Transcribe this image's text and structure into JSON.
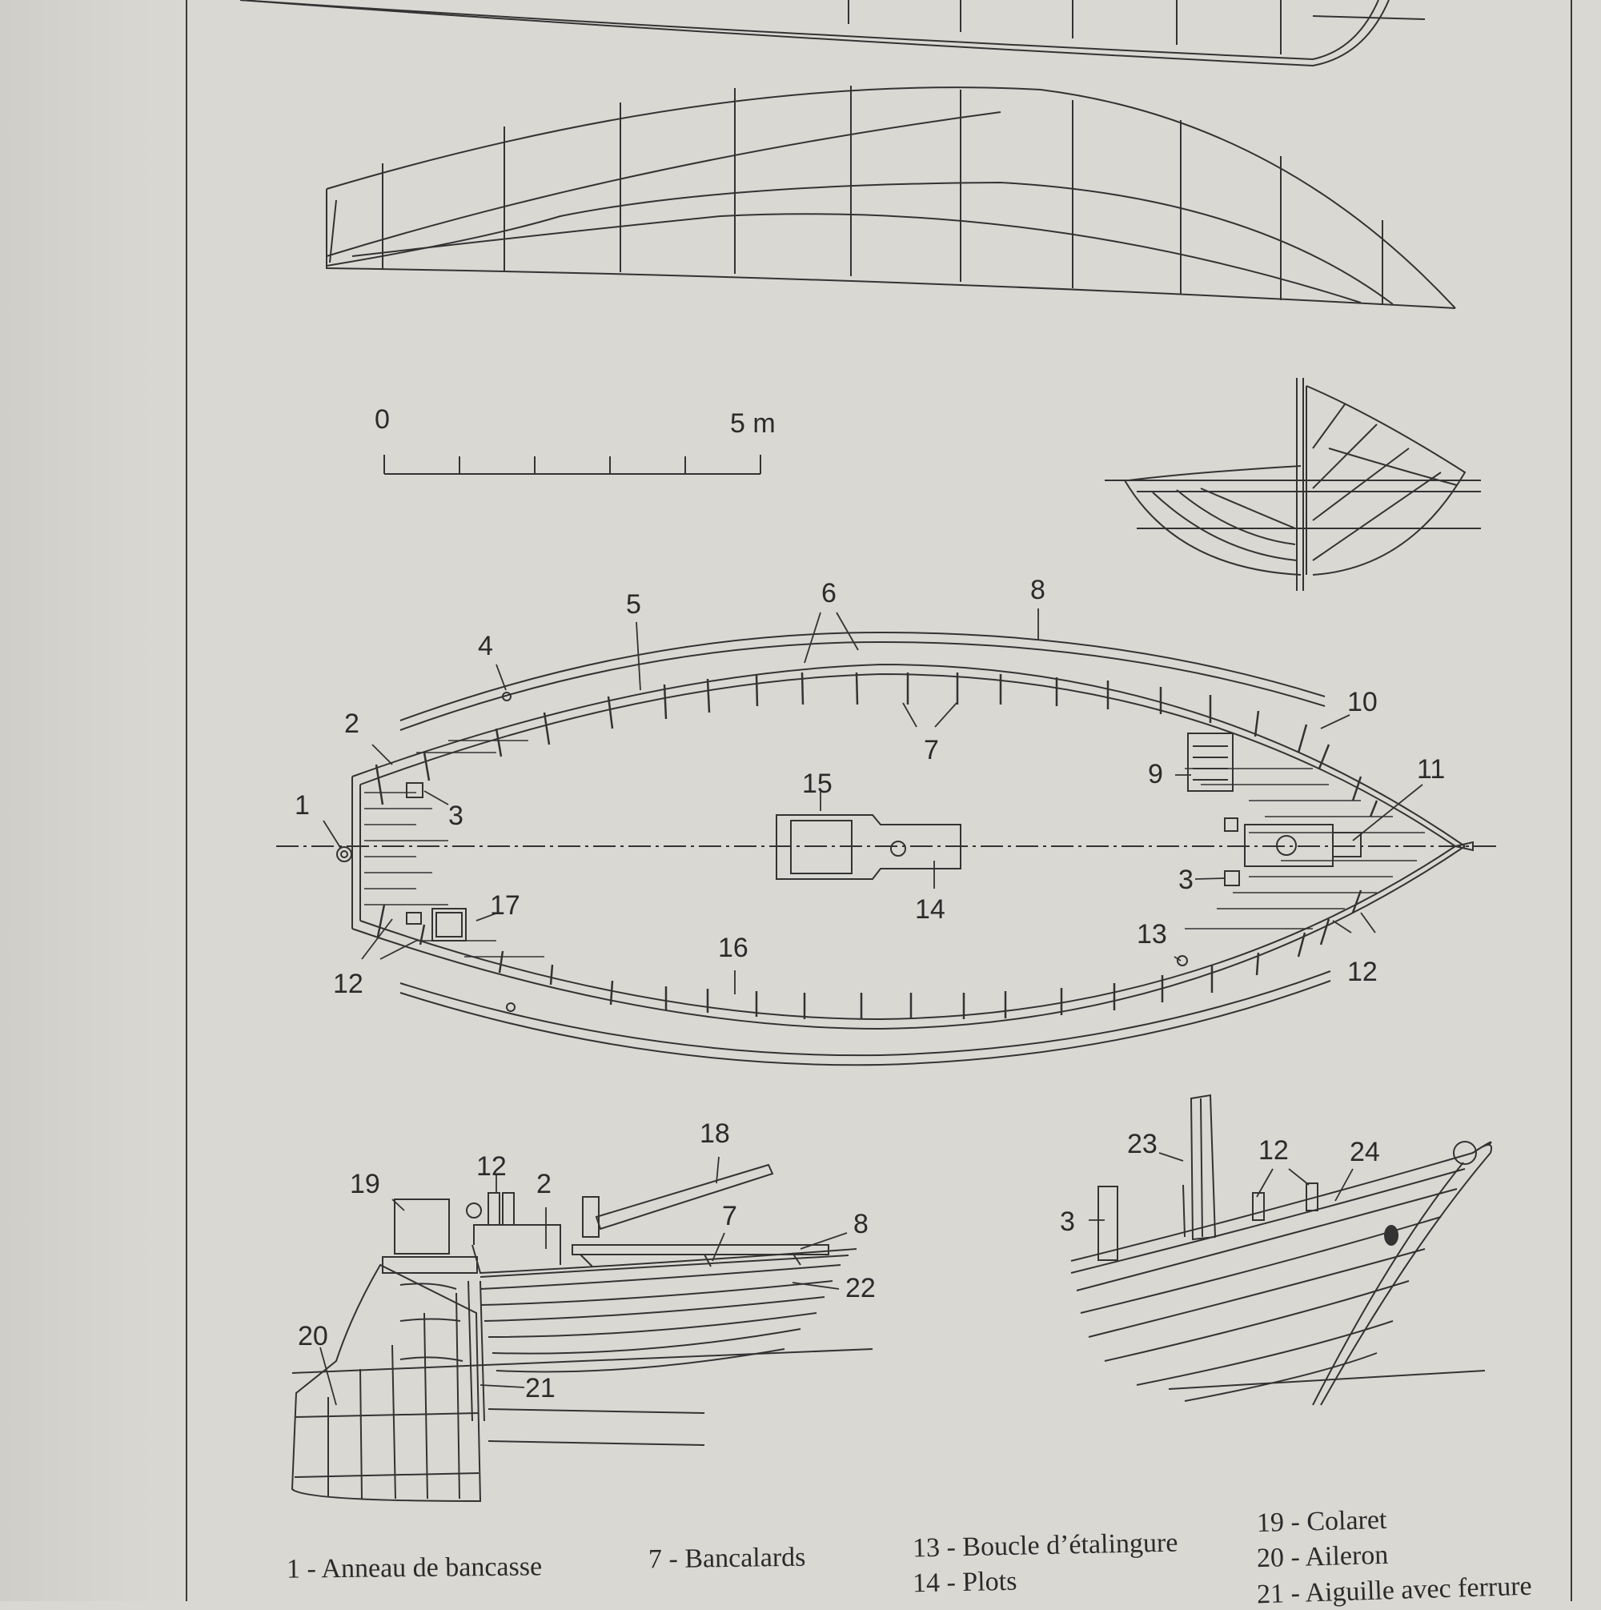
{
  "scale": {
    "start_label": "0",
    "end_label": "5 m"
  },
  "callouts": {
    "c1": "1",
    "c2": "2",
    "c3a": "3",
    "c3b": "3",
    "c4": "4",
    "c5": "5",
    "c6": "6",
    "c7": "7",
    "c8": "8",
    "c9": "9",
    "c10": "10",
    "c11": "11",
    "c12a": "12",
    "c12b": "12",
    "c13": "13",
    "c14": "14",
    "c15": "15",
    "c16": "16",
    "c17": "17",
    "d19": "19",
    "d12": "12",
    "d2": "2",
    "d18": "18",
    "d7": "7",
    "d8": "8",
    "d22": "22",
    "d20": "20",
    "d21": "21",
    "e23": "23",
    "e12": "12",
    "e24": "24",
    "e3": "3"
  },
  "legend": {
    "col1": [
      "1 - Anneau de bancasse"
    ],
    "col2": [
      "7 - Bancalards"
    ],
    "col3": [
      "13 - Boucle d’étalingure",
      "14 - Plots"
    ],
    "col4": [
      "19 - Colaret",
      "20 - Aileron",
      "21 - Aiguille avec ferrure"
    ]
  }
}
